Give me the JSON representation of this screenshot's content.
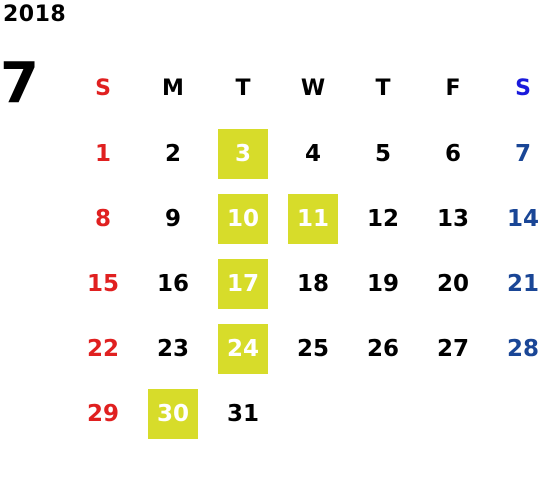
{
  "calendar": {
    "year": "2018",
    "month": "7",
    "weekdays": [
      "S",
      "M",
      "T",
      "W",
      "T",
      "F",
      "S"
    ],
    "highlight_color": "#d7dc2a",
    "sunday_color": "#e02020",
    "saturday_color": "#1a4696",
    "weeks": [
      [
        {
          "d": "1"
        },
        {
          "d": "2"
        },
        {
          "d": "3",
          "hl": true
        },
        {
          "d": "4"
        },
        {
          "d": "5"
        },
        {
          "d": "6"
        },
        {
          "d": "7"
        }
      ],
      [
        {
          "d": "8"
        },
        {
          "d": "9"
        },
        {
          "d": "10",
          "hl": true
        },
        {
          "d": "11",
          "hl": true
        },
        {
          "d": "12"
        },
        {
          "d": "13"
        },
        {
          "d": "14"
        }
      ],
      [
        {
          "d": "15"
        },
        {
          "d": "16"
        },
        {
          "d": "17",
          "hl": true
        },
        {
          "d": "18"
        },
        {
          "d": "19"
        },
        {
          "d": "20"
        },
        {
          "d": "21"
        }
      ],
      [
        {
          "d": "22"
        },
        {
          "d": "23"
        },
        {
          "d": "24",
          "hl": true
        },
        {
          "d": "25"
        },
        {
          "d": "26"
        },
        {
          "d": "27"
        },
        {
          "d": "28"
        }
      ],
      [
        {
          "d": "29"
        },
        {
          "d": "30",
          "hl": true
        },
        {
          "d": "31"
        },
        {
          "d": ""
        },
        {
          "d": ""
        },
        {
          "d": ""
        },
        {
          "d": ""
        }
      ]
    ]
  }
}
